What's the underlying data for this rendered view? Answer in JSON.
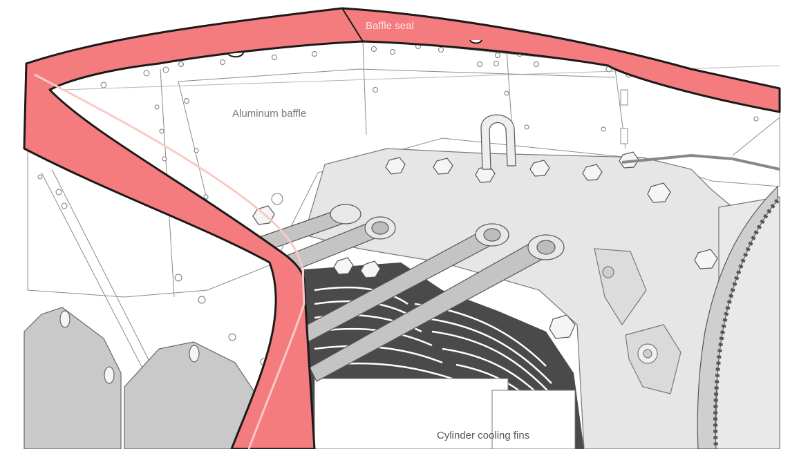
{
  "labels": {
    "baffle_seal": "Baffle seal",
    "aluminum_baffle": "Aluminum baffle",
    "cylinder_cooling_fins": "Cylinder cooling fins"
  },
  "colors": {
    "seal_fill": "#f47c7f",
    "seal_edge_light": "#f9c9c5",
    "outline": "#1a1a1a",
    "baffle_fill": "#ffffff",
    "engine_gray": "#e3e3e3",
    "engine_dark_gray": "#bdbdbd",
    "fin_dark": "#4a4a4a"
  }
}
